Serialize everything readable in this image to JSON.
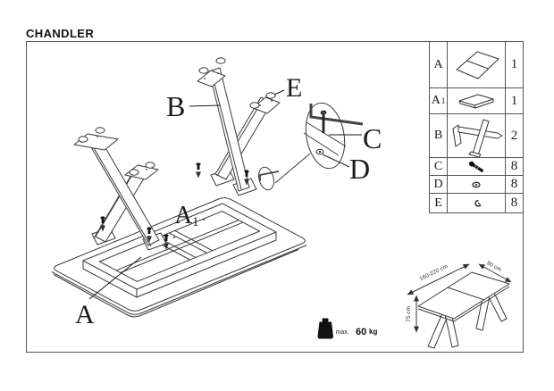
{
  "title": "CHANDLER",
  "colors": {
    "line": "#3a3a3a",
    "text": "#1a1a1a",
    "solid": "#111111",
    "background": "#ffffff"
  },
  "diagram": {
    "labels": {
      "a": "A",
      "a1_letter": "A",
      "a1_sub": "1",
      "b": "B",
      "c": "C",
      "d": "D",
      "e": "E"
    }
  },
  "parts_table": {
    "rows": [
      {
        "part": "A",
        "sub": "",
        "icon": "tabletop-icon",
        "qty": "1"
      },
      {
        "part": "A",
        "sub": "1",
        "icon": "extension-leaf-icon",
        "qty": "1"
      },
      {
        "part": "B",
        "sub": "",
        "icon": "leg-frame-icon",
        "qty": "2"
      },
      {
        "part": "C",
        "sub": "",
        "icon": "screw-icon",
        "qty": "8"
      },
      {
        "part": "D",
        "sub": "",
        "icon": "washer-icon",
        "qty": "8"
      },
      {
        "part": "E",
        "sub": "",
        "icon": "glide-cap-icon",
        "qty": "8"
      }
    ]
  },
  "load_info": {
    "label": "max.",
    "value": "60",
    "unit": "kg"
  },
  "dimensions": {
    "length": "160-220 cm",
    "depth": "90 cm",
    "height": "75 cm"
  }
}
